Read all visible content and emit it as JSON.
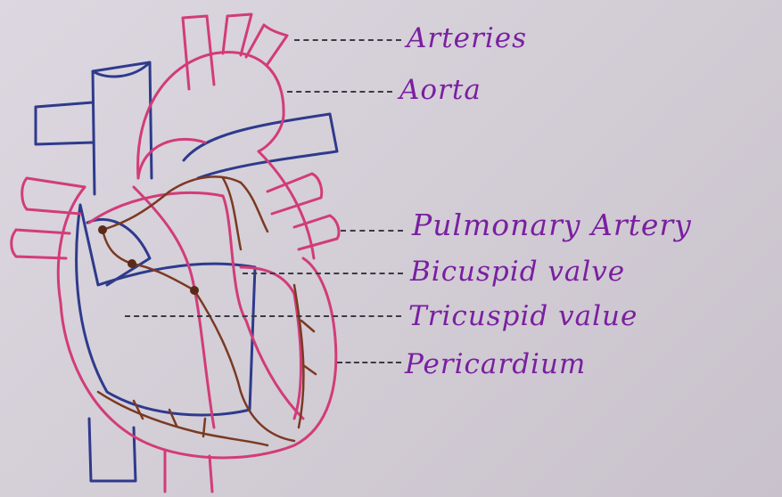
{
  "labels": {
    "arteries": "Arteries",
    "aorta": "Aorta",
    "pulmonary_artery": "Pulmonary Artery",
    "bicuspid_valve": "Bicuspid valve",
    "tricuspid_valve": "Tricuspid value",
    "pericardium": "Pericardium"
  },
  "colors": {
    "outline_pink": "#d23c78",
    "vein_blue": "#2e3a8c",
    "conduction_brown": "#7a3a22",
    "label_purple": "#7a1fa0",
    "leader_line": "#3a3a46"
  }
}
